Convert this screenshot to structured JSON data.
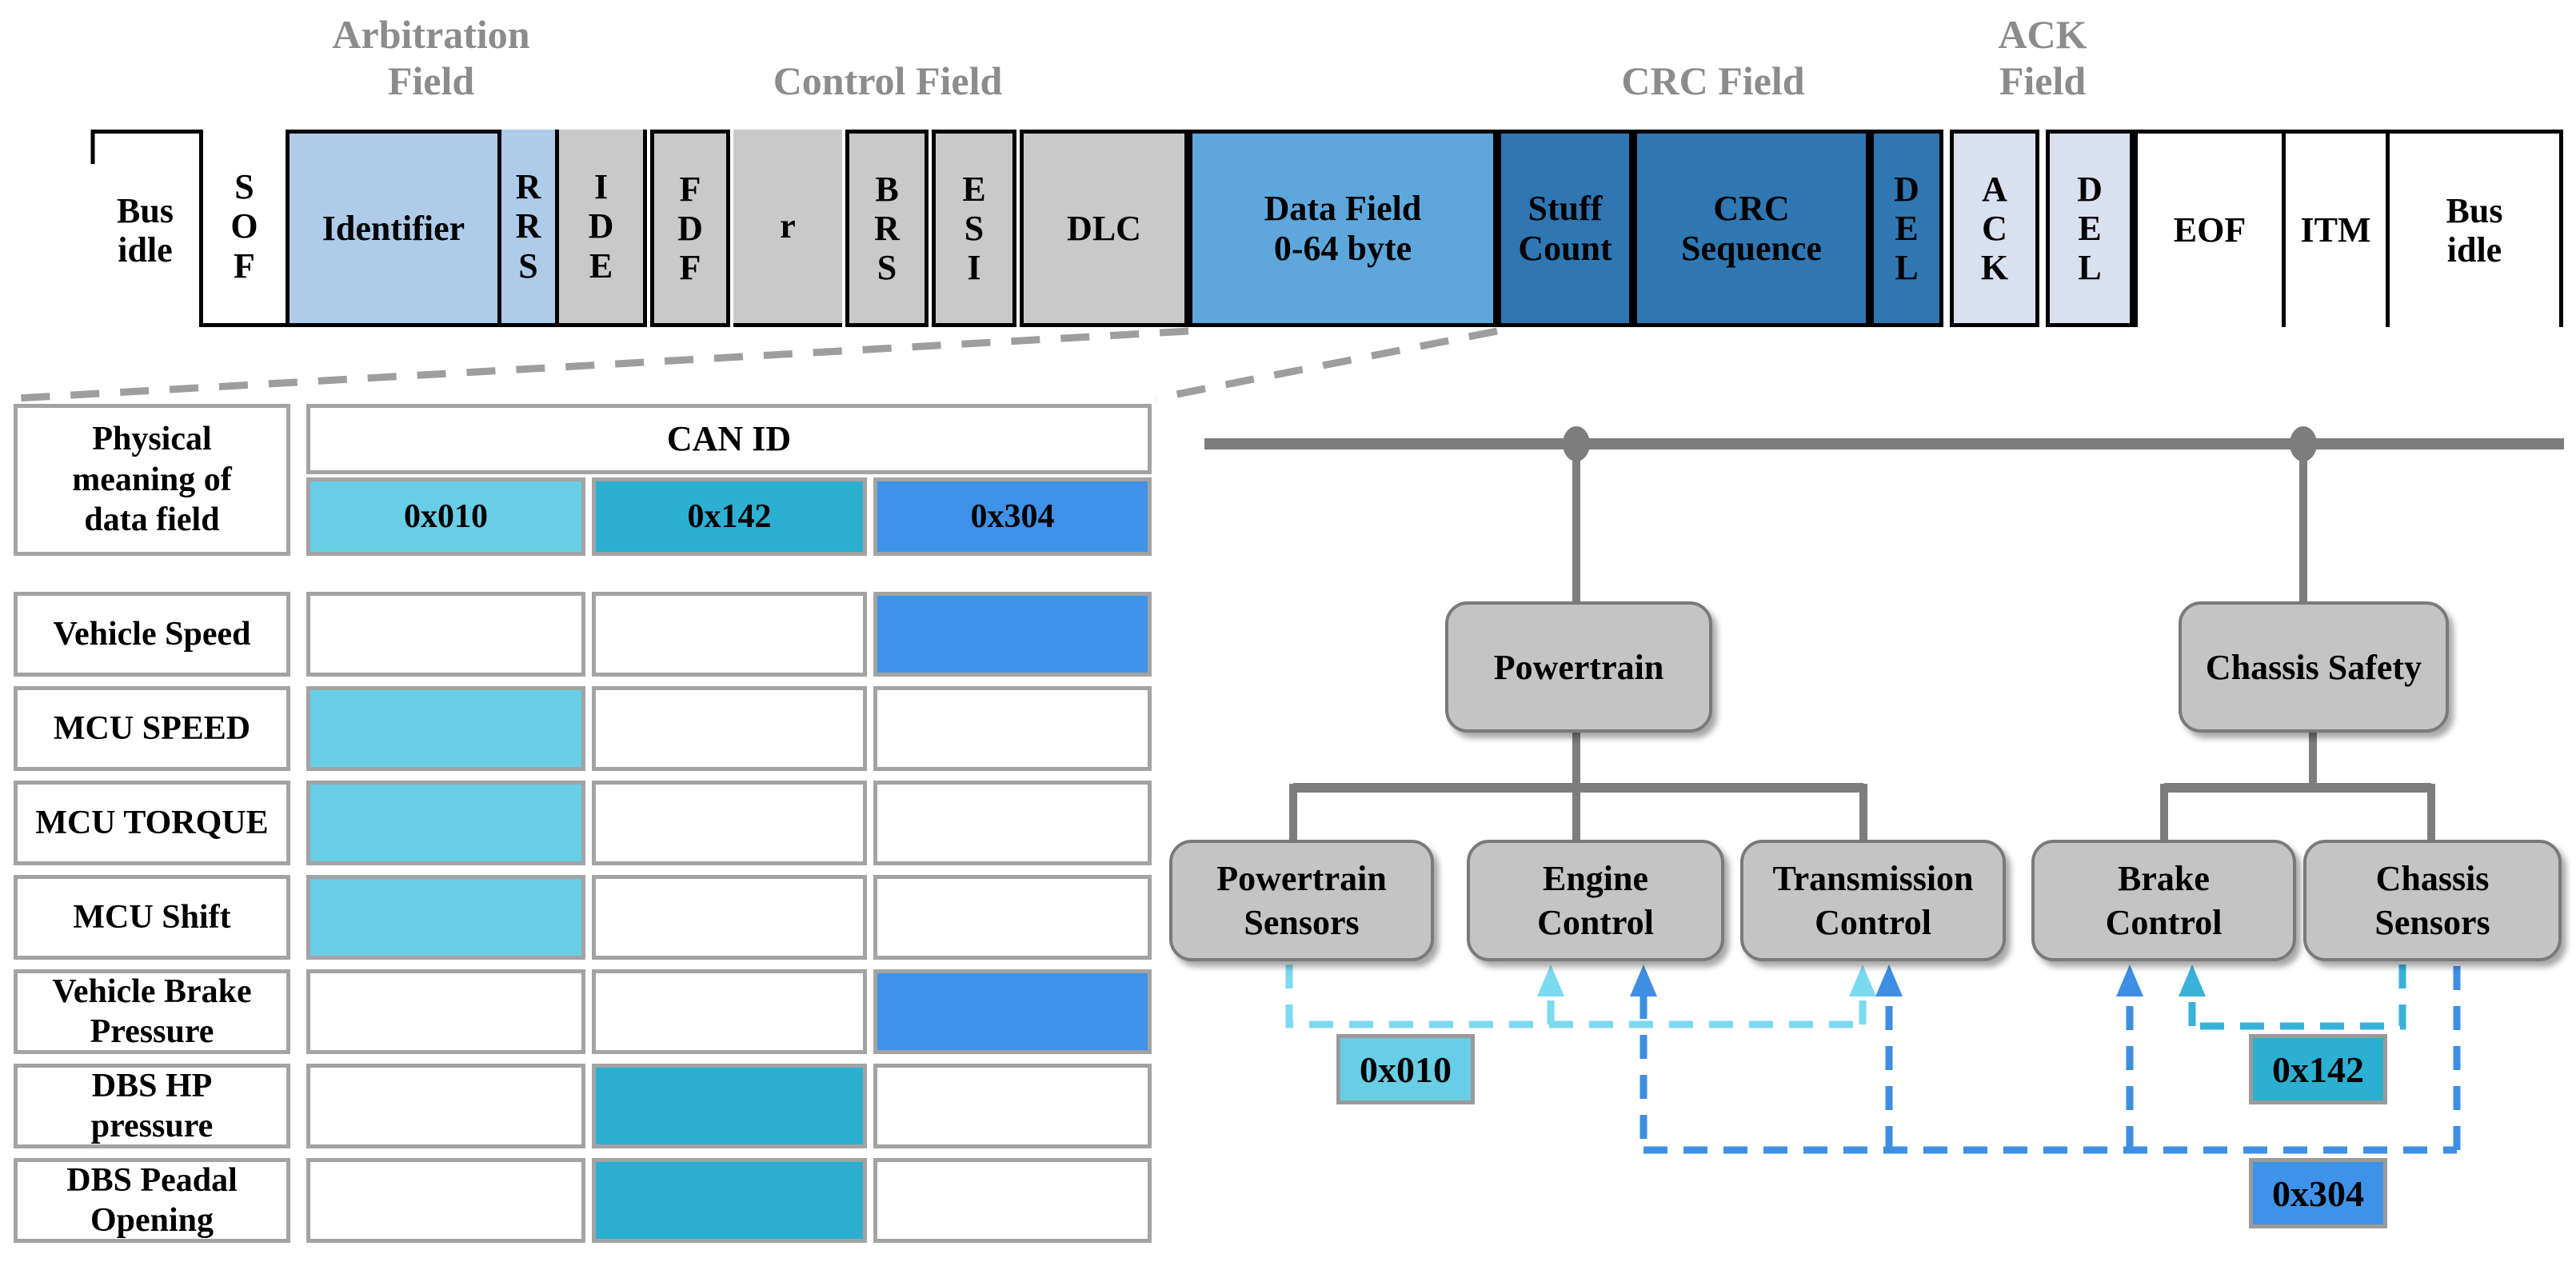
{
  "frame": {
    "field_groups": [
      {
        "label": "Arbitration\nField"
      },
      {
        "label": "Control Field"
      },
      {
        "label": "CRC Field"
      },
      {
        "label": "ACK\nField"
      }
    ],
    "segments": [
      {
        "label": "Bus\nidle"
      },
      {
        "label": "S\nO\nF"
      },
      {
        "label": "Identifier"
      },
      {
        "label": "R\nR\nS"
      },
      {
        "label": "I\nD\nE"
      },
      {
        "label": "F\nD\nF"
      },
      {
        "label": "r"
      },
      {
        "label": "B\nR\nS"
      },
      {
        "label": "E\nS\nI"
      },
      {
        "label": "DLC"
      },
      {
        "label": "Data Field\n0-64 byte"
      },
      {
        "label": "Stuff\nCount"
      },
      {
        "label": "CRC\nSequence"
      },
      {
        "label": "D\nE\nL"
      },
      {
        "label": "A\nC\nK"
      },
      {
        "label": "D\nE\nL"
      },
      {
        "label": "EOF"
      },
      {
        "label": "ITM"
      },
      {
        "label": "Bus\nidle"
      }
    ]
  },
  "table": {
    "corner_header": "Physical\nmeaning of\ndata field",
    "can_id_header": "CAN ID",
    "can_ids": [
      "0x010",
      "0x142",
      "0x304"
    ],
    "rows": [
      {
        "label": "Vehicle Speed",
        "can_id": "0x304"
      },
      {
        "label": "MCU SPEED",
        "can_id": "0x010"
      },
      {
        "label": "MCU TORQUE",
        "can_id": "0x010"
      },
      {
        "label": "MCU Shift",
        "can_id": "0x010"
      },
      {
        "label": "Vehicle Brake\nPressure",
        "can_id": "0x304"
      },
      {
        "label": "DBS HP\npressure",
        "can_id": "0x142"
      },
      {
        "label": "DBS Peadal\nOpening",
        "can_id": "0x142"
      }
    ]
  },
  "network": {
    "gateways": [
      {
        "label": "Powertrain"
      },
      {
        "label": "Chassis Safety"
      }
    ],
    "nodes": [
      {
        "label": "Powertrain\nSensors"
      },
      {
        "label": "Engine\nControl"
      },
      {
        "label": "Transmission\nControl"
      },
      {
        "label": "Brake\nControl"
      },
      {
        "label": "Chassis\nSensors"
      }
    ],
    "messages": [
      {
        "id": "0x010",
        "from": "Powertrain Sensors",
        "to": [
          "Engine Control",
          "Transmission Control"
        ]
      },
      {
        "id": "0x142",
        "from": "Chassis Sensors",
        "to": [
          "Brake Control"
        ]
      },
      {
        "id": "0x304",
        "from": "Chassis Sensors",
        "to": [
          "Engine Control",
          "Transmission Control",
          "Brake Control"
        ]
      }
    ]
  },
  "colors": {
    "frame_identifier_blue": "#AECBEA",
    "frame_control_gray": "#C9C9C9",
    "frame_data_blue": "#5EA7DC",
    "frame_crc_blue": "#2F77B3",
    "frame_ack_pale": "#D9E1F0",
    "id_0x010_cyan": "#68CEE6",
    "id_0x142_teal": "#2BB0D2",
    "id_0x304_blue": "#3E92E8",
    "dashed_0x010": "#7BD9F0",
    "dashed_0x142": "#39B1D8",
    "dashed_0x304": "#3E8EE3",
    "node_gray": "#C4C4C4",
    "line_gray": "#7D7D7D",
    "field_label_gray": "#8C8C8C",
    "table_border_gray": "#A3A3A3"
  }
}
